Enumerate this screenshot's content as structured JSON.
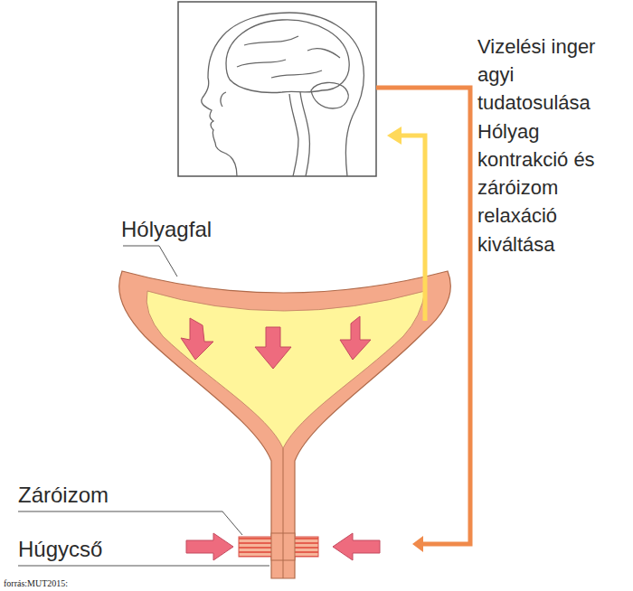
{
  "diagram": {
    "labels": [
      "Vizelési inger agyi tudatosulása",
      "Hólyag kontrakció és záróizom relaxáció kiváltása",
      "Hólyagfal",
      "Záróizom",
      "Húgycső",
      "forrás:MUT2015:"
    ]
  }
}
